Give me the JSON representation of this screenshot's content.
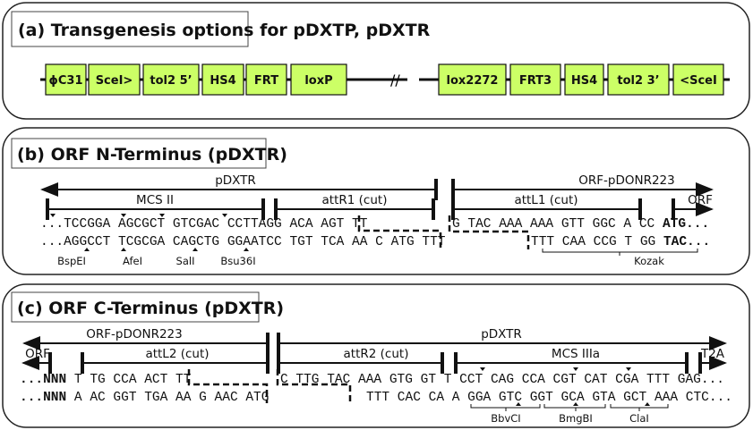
{
  "panel_a": {
    "title": "(a) Transgenesis options for pDXTP, pDXTR",
    "element_color": "#ccff66",
    "left_elements": [
      "ϕC31",
      "SceI>",
      "tol2 5’",
      "HS4",
      "FRT",
      "loxP"
    ],
    "right_elements": [
      "lox2272",
      "FRT3",
      "HS4",
      "tol2 3’",
      "<SceI"
    ],
    "break_symbol": "//"
  },
  "panel_b": {
    "title": "(b) ORF N-Terminus (pDXTR)",
    "labels": {
      "pdxtr": "pDXTR",
      "orf_pdonr": "ORF-pDONR223",
      "mcs": "MCS II",
      "attr1": "attR1 (cut)",
      "attl1": "attL1 (cut)",
      "orf": "ORF"
    },
    "top_left": "...TCCGGA AGCGCT GTCGAC CCTTAGG ACA AGT TT",
    "bottom_left": "...AGGCCT TCGCGA CAGCTG GGAATCC TGT TCA AA C ATG TTT",
    "top_right": "G TAC AAA AAA GTT GGC A CC ",
    "top_right_bold": "ATG...",
    "bottom_right": "TTT CAA CCG T GG ",
    "bottom_right_bold": "TAC...",
    "enzymes": [
      "BspEI",
      "AfeI",
      "SalI",
      "Bsu36I"
    ],
    "kozak": "Kozak"
  },
  "panel_c": {
    "title": "(c) ORF C-Terminus (pDXTR)",
    "labels": {
      "orf_pdonr": "ORF-pDONR223",
      "pdxtr": "pDXTR",
      "orf": "ORF",
      "attl2": "attL2 (cut)",
      "attr2": "attR2 (cut)",
      "mcs": "MCS IIIa",
      "t2a": "T2A"
    },
    "top_left_bold": "...NNN",
    "top_left": " T TG CCA ACT TT",
    "bottom_left_bold": "...NNN",
    "bottom_left": " A AC GGT TGA AA G AAC ATG",
    "top_right": "C TTG TAC AAA GTG GT T CCT CAG CCA CGT CAT CGA TTT GAG...",
    "bottom_right": "TTT CAC CA A GGA GTC GGT GCA GTA GCT AAA CTC...",
    "enzymes": [
      "BbvCI",
      "BmgBI",
      "ClaI"
    ]
  }
}
